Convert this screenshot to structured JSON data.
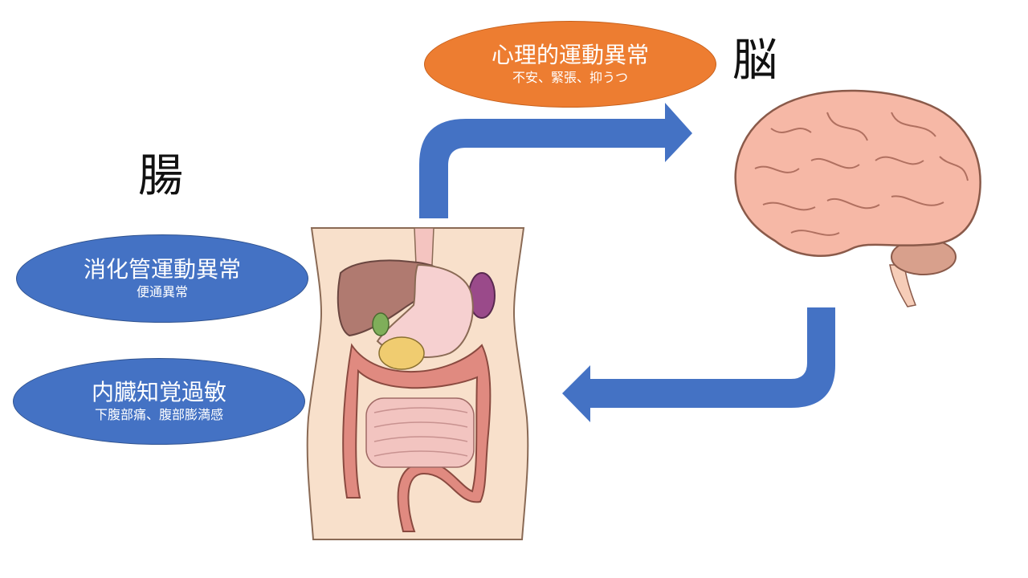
{
  "labels": {
    "gut": "腸",
    "brain": "脳"
  },
  "bubbles": {
    "psych": {
      "main": "心理的運動異常",
      "sub": "不安、緊張、抑うつ"
    },
    "motility": {
      "main": "消化管運動異常",
      "sub": "便通異常"
    },
    "visceral": {
      "main": "内臓知覚過敏",
      "sub": "下腹部痛、腹部膨満感"
    }
  },
  "colors": {
    "arrow": "#4472c4",
    "blue_bubble": "#4472c4",
    "orange_bubble": "#ed7d31",
    "skin": "#f8e0cb",
    "brain": "#f6b8a6"
  },
  "icons": {
    "torso": "digestive-system-illustration",
    "brain": "brain-illustration"
  }
}
